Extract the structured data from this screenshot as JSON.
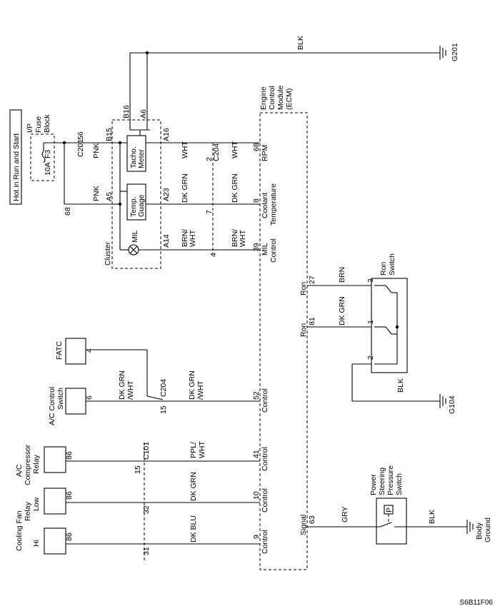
{
  "power": {
    "label": "Hot in Run and Start"
  },
  "fuse_block": {
    "name_line1": "I/P",
    "name_line2": "Fuse",
    "name_line3": "Block",
    "fuse_id": "F3",
    "rating": "10A"
  },
  "connectors": {
    "c201": "C201",
    "c201_pin": "56",
    "splice_pin": "68",
    "c204_a": "C204",
    "c204_pin2": "2",
    "c204_pin7": "7",
    "c204_pin4": "4",
    "c204_b": "C204",
    "c204_pin15": "15",
    "c101": "C101",
    "c101_pin15": "15",
    "c101_pin32": "32",
    "c101_pin31": "31"
  },
  "cluster": {
    "label": "Cluster",
    "tacho_line1": "Tacho.",
    "tacho_line2": "Meter",
    "temp_line1": "Temp.",
    "temp_line2": "Guage",
    "mil": "MIL",
    "pins": {
      "b16": "B16",
      "a6": "A6",
      "b15": "B15",
      "a16": "A16",
      "a5": "A5",
      "a23": "A23",
      "a14": "A14"
    }
  },
  "ground_top": {
    "wire": "BLK",
    "id": "G201"
  },
  "ecm": {
    "line1": "Engine",
    "line2": "Control",
    "line3": "Module",
    "line4": "(ECM)",
    "rpm_pin": "68",
    "rpm_label": "RPM",
    "coolant_pin": "8",
    "coolant_l1": "Coolant",
    "coolant_l2": "Temperature",
    "mil_pin": "39",
    "mil_l1": "MIL",
    "mil_l2": "Control",
    "ron_pin27": "27",
    "ron_pin81": "81",
    "ron": "Ron",
    "ac_pin": "52",
    "control": "Control",
    "comp_pin": "41",
    "low_pin": "10",
    "hi_pin": "9",
    "signal_pin": "63",
    "signal": "Signal"
  },
  "wires": {
    "pnk": "PNK",
    "wht": "WHT",
    "dk_grn": "DK GRN",
    "brn_wht_1": "BRN/",
    "brn_wht_2": "WHT",
    "dkgrn_wht_1": "DK GRN",
    "dkgrn_wht_2": "/WHT",
    "ppl_wht_1": "PPL/",
    "ppl_wht_2": "WHT",
    "dk_blu": "DK BLU",
    "gry": "GRY",
    "brn": "BRN",
    "blk": "BLK"
  },
  "ron_switch": {
    "l1": "Ron",
    "l2": "Switch",
    "pin3": "3",
    "pin1": "1",
    "pin2": "2",
    "ground": "G104"
  },
  "fatc": {
    "label": "FATC",
    "pin": "4"
  },
  "ac_switch": {
    "l1": "A/C Control",
    "l2": "Switch",
    "pin": "6"
  },
  "compressor": {
    "l1": "A/C",
    "l2": "Compressor",
    "l3": "Relay",
    "pin": "86"
  },
  "fan_relay": {
    "l1": "Cooling Fan",
    "l2": "Relay",
    "low": "Low",
    "hi": "Hi",
    "pin_low": "86",
    "pin_hi": "86"
  },
  "ps_switch": {
    "l1": "Power",
    "l2": "Steering",
    "l3": "Pressure",
    "l4": "Switch",
    "p": "P"
  },
  "body_ground": {
    "l1": "Body",
    "l2": "Ground"
  },
  "figure_code": "S6B11F06"
}
